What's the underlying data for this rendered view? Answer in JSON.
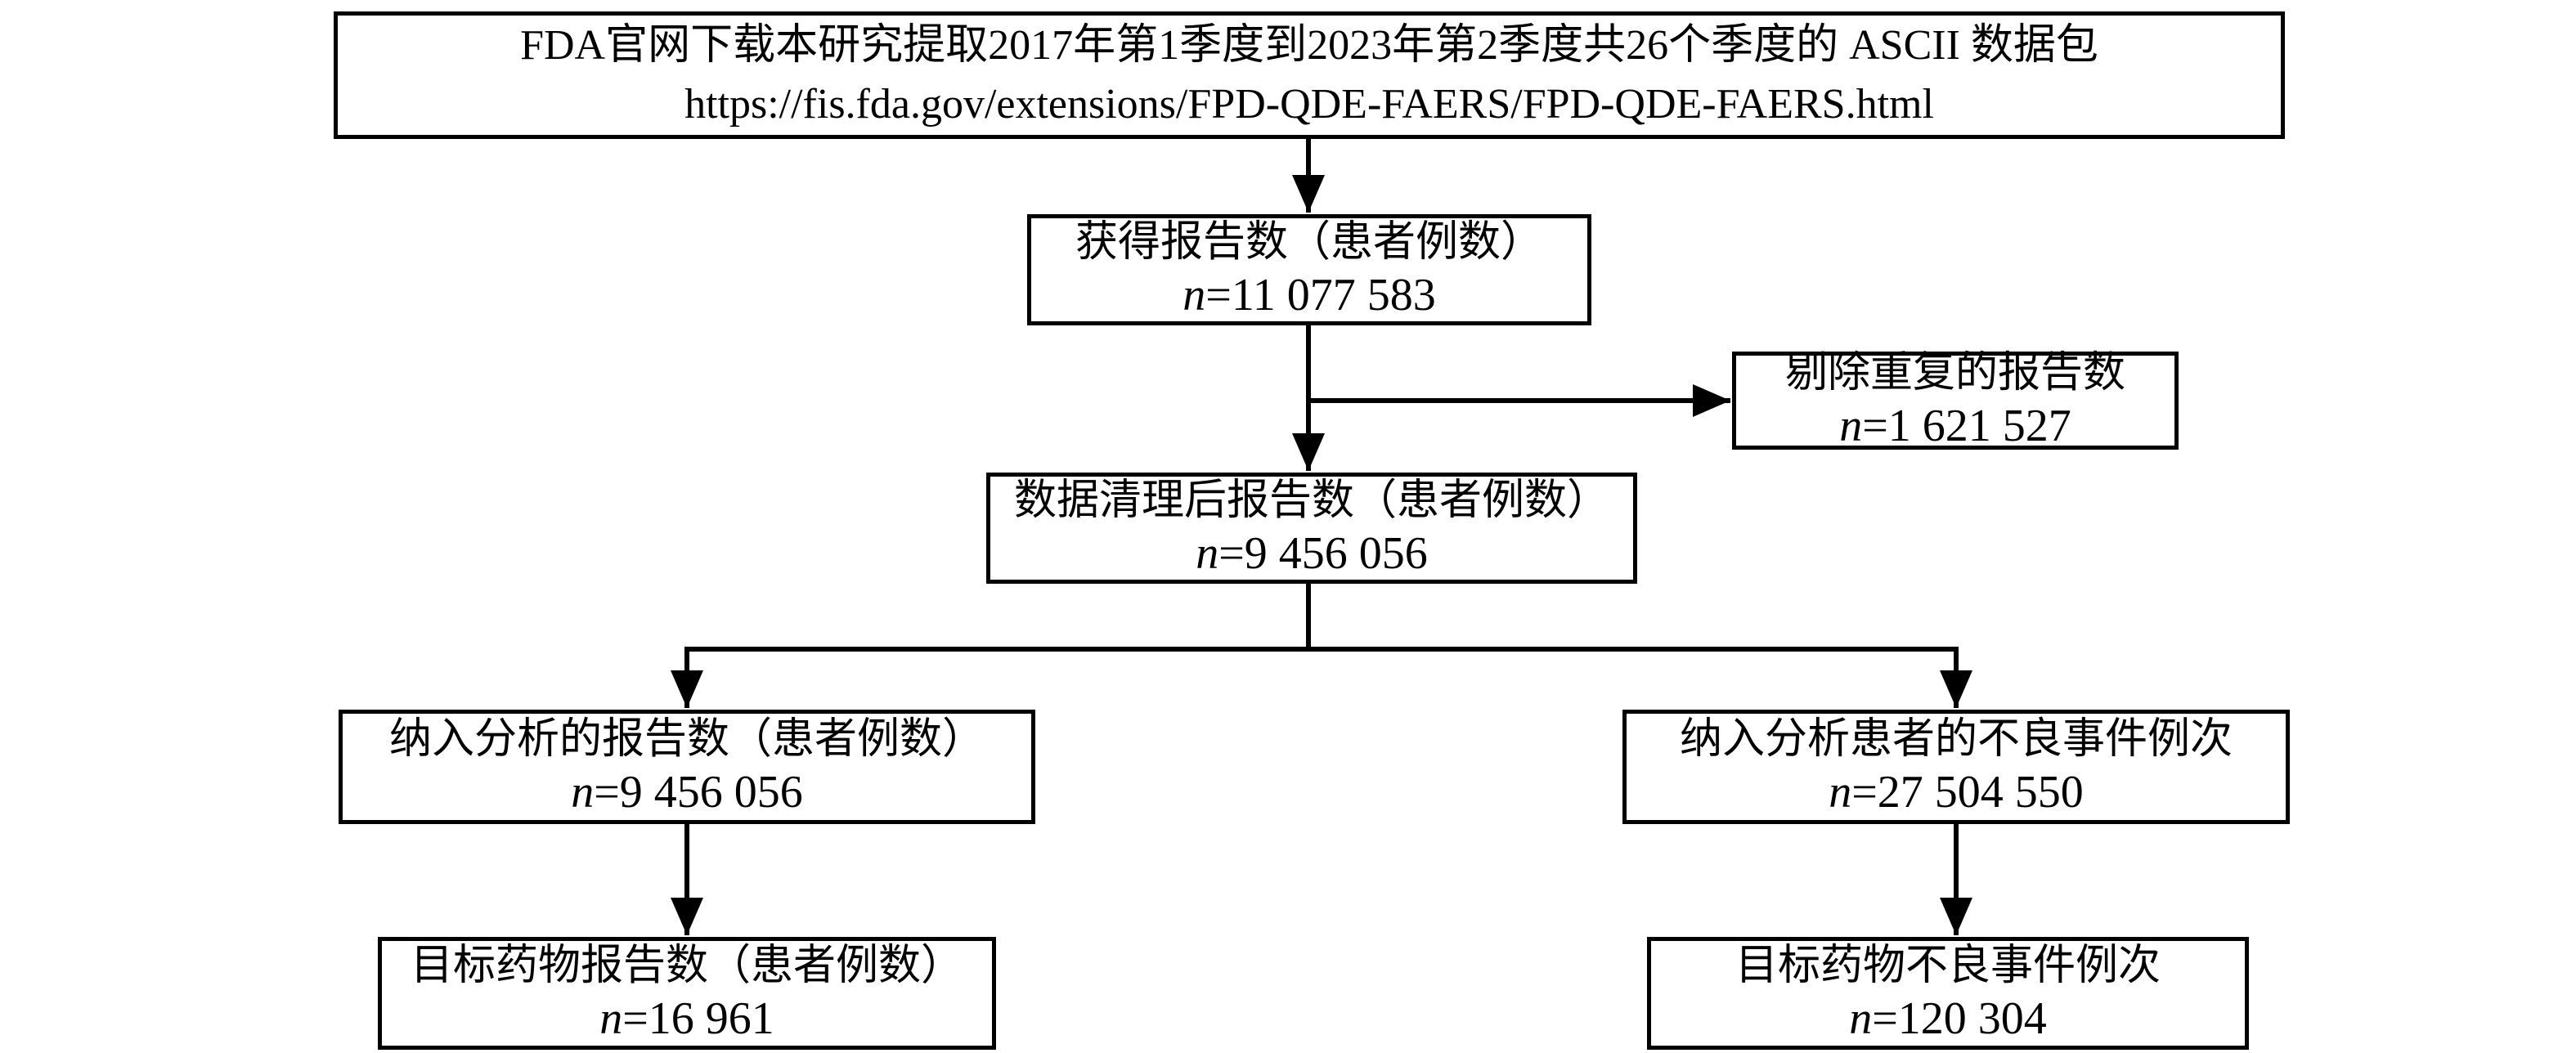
{
  "colors": {
    "line": "#000000",
    "text": "#000000",
    "background": "#ffffff"
  },
  "source_box": {
    "line1": "FDA官网下载本研究提取2017年第1季度到2023年第2季度共26个季度的 ASCII 数据包",
    "line2": "https://fis.fda.gov/extensions/FPD-QDE-FAERS/FPD-QDE-FAERS.html"
  },
  "nodes": {
    "obtained": {
      "label": "获得报告数（患者例数）",
      "value": "n=11 077 583"
    },
    "dedup": {
      "label": "剔除重复的报告数",
      "value": "n=1 621 527"
    },
    "cleaned": {
      "label": "数据清理后报告数（患者例数）",
      "value": "n=9 456 056"
    },
    "included_reports": {
      "label": "纳入分析的报告数（患者例数）",
      "value": "n=9 456 056"
    },
    "included_events": {
      "label": "纳入分析患者的不良事件例次",
      "value": "n=27 504 550"
    },
    "target_reports": {
      "label": "目标药物报告数（患者例数）",
      "value": "n=16 961"
    },
    "target_events": {
      "label": "目标药物不良事件例次",
      "value": "n=120 304"
    }
  }
}
